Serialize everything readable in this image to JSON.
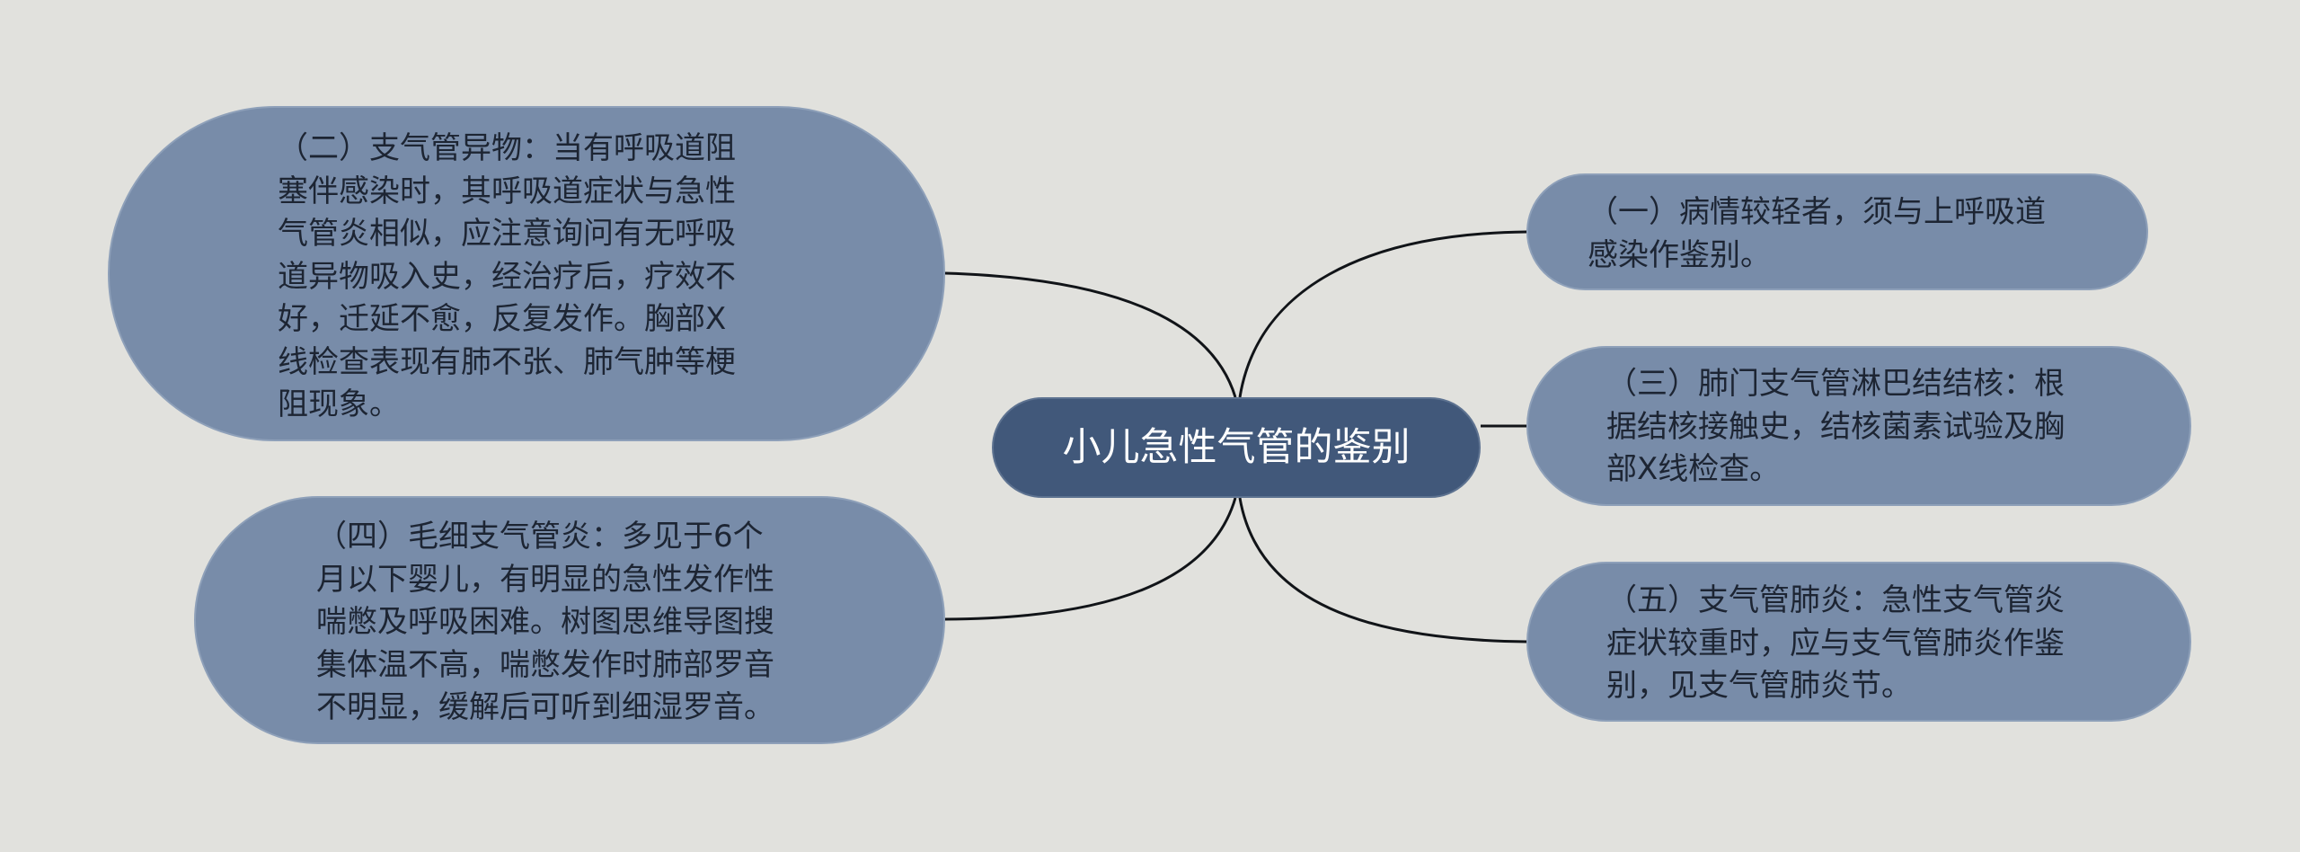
{
  "root": {
    "title": "小儿急性气管的鉴别"
  },
  "branches": [
    {
      "id": "n1",
      "side": "right",
      "text": "（一）病情较轻者，须与上呼吸道\n感染作鉴别。"
    },
    {
      "id": "n2",
      "side": "left",
      "text": "（二）支气管异物：当有呼吸道阻\n塞伴感染时，其呼吸道症状与急性\n气管炎相似，应注意询问有无呼吸\n道异物吸入史，经治疗后，疗效不\n好，迁延不愈，反复发作。胸部X\n线检查表现有肺不张、肺气肿等梗\n阻现象。"
    },
    {
      "id": "n3",
      "side": "right",
      "text": "（三）肺门支气管淋巴结结核：根\n据结核接触史，结核菌素试验及胸\n部X线检查。"
    },
    {
      "id": "n4",
      "side": "left",
      "text": "（四）毛细支气管炎：多见于6个\n月以下婴儿，有明显的急性发作性\n喘憋及呼吸困难。树图思维导图搜\n集体温不高，喘憋发作时肺部罗音\n不明显，缓解后可听到细湿罗音。"
    },
    {
      "id": "n5",
      "side": "right",
      "text": "（五）支气管肺炎：急性支气管炎\n症状较重时，应与支气管肺炎作鉴\n别，见支气管肺炎节。"
    }
  ],
  "colors": {
    "background": "#e1e1dd",
    "root_fill": "#41587a",
    "root_text": "#ffffff",
    "branch_fill": "#788ca9",
    "branch_text": "#1d2533",
    "connector": "#111418"
  }
}
